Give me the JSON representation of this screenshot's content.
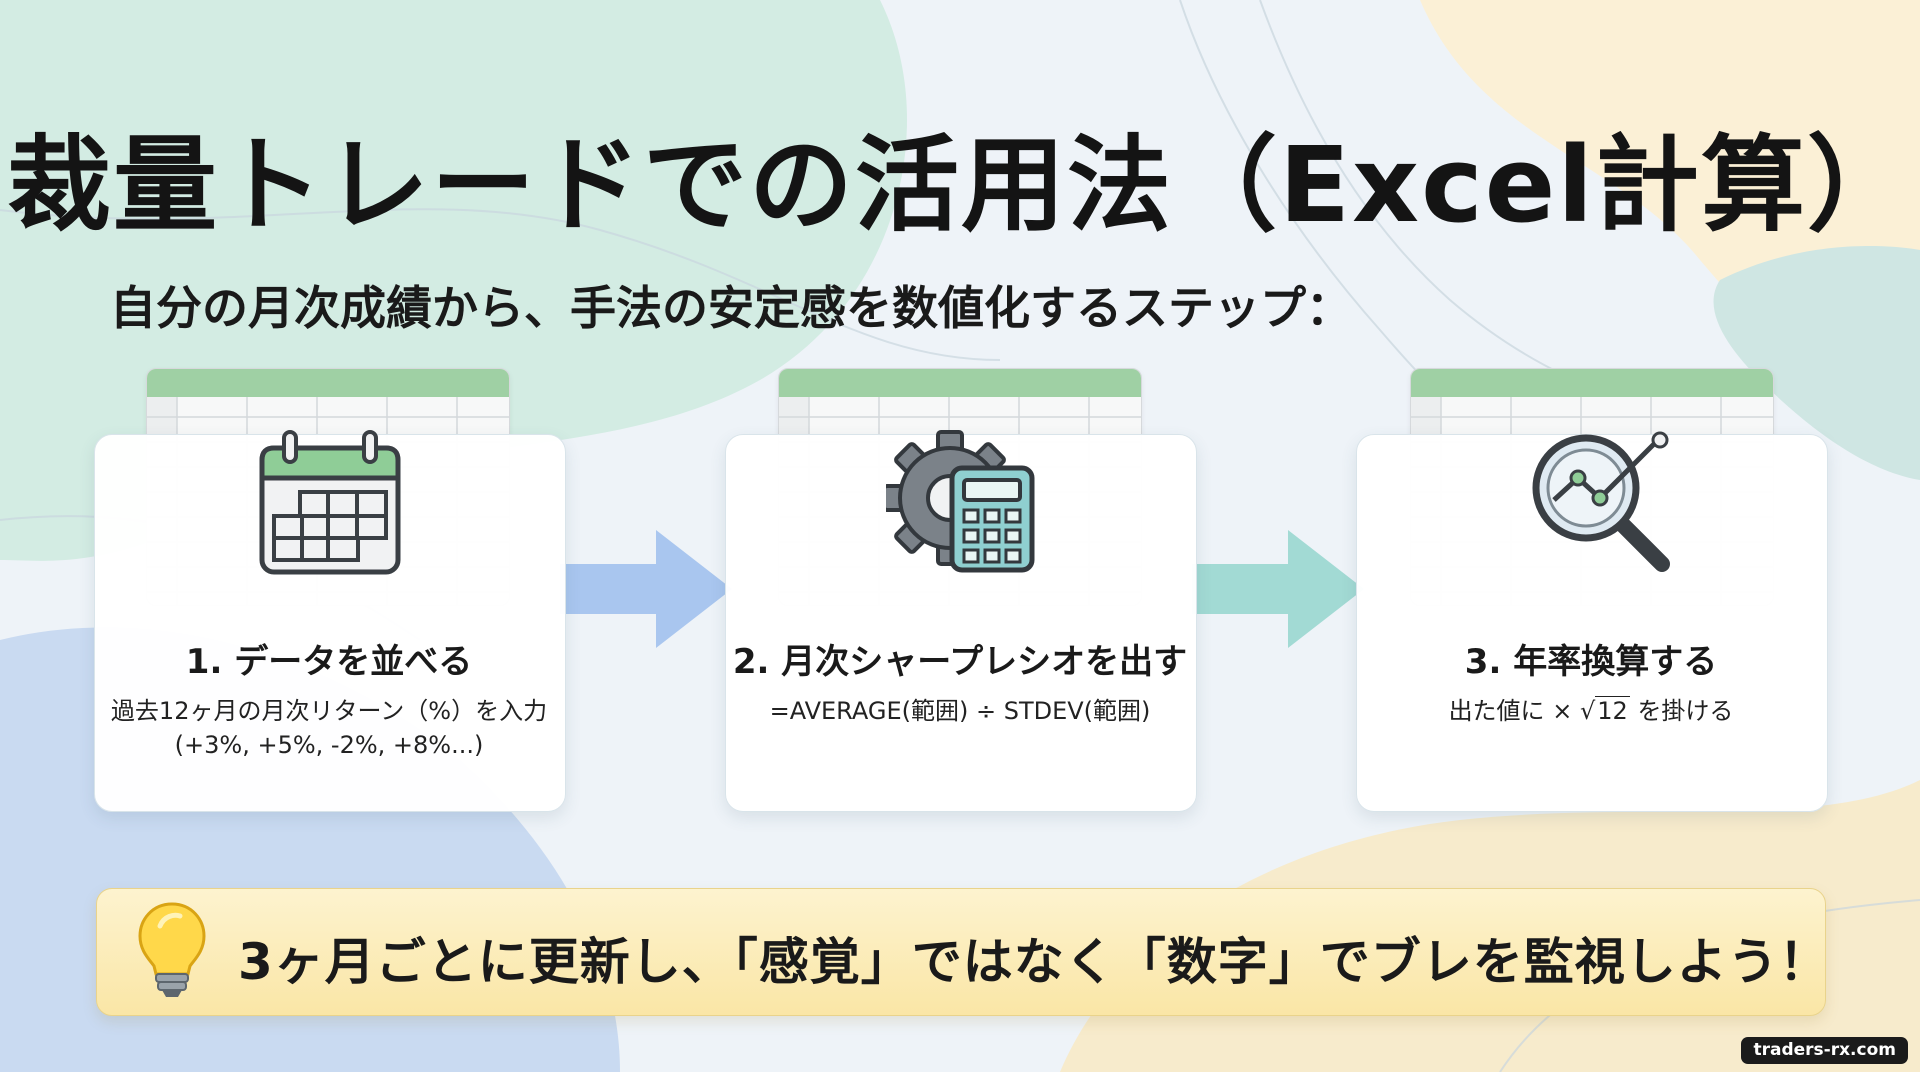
{
  "title": "裁量トレードでの活用法（Excel計算）",
  "subtitle": "自分の月次成績から、手法の安定感を数値化するステップ：",
  "steps": [
    {
      "title": "1. データを並べる",
      "desc_line1": "過去12ヶ月の月次リターン（%）を入力",
      "desc_line2": "(+3%, +5%, -2%, +8%...)",
      "icon": "calendar-icon"
    },
    {
      "title": "2. 月次シャープレシオを出す",
      "desc_line1": "=AVERAGE(範囲) ÷ STDEV(範囲)",
      "icon": "gear-calculator-icon"
    },
    {
      "title": "3. 年率換算する",
      "desc_prefix": "出た値に ×",
      "desc_radical": "√",
      "desc_radicand": "12",
      "desc_suffix": "を掛ける",
      "icon": "magnifier-chart-icon"
    }
  ],
  "footer": {
    "text": "3ヶ月ごとに更新し、「感覚」ではなく「数字」でブレを監視しよう！",
    "icon": "lightbulb-icon"
  },
  "watermark": "traders-rx.com",
  "colors": {
    "sheet_header": "#9fd0a4",
    "arrow_1": "#a9c6ef",
    "arrow_2": "#a2dad4",
    "footer_bg": "#fae6a6",
    "calendar_top": "#8fcd97",
    "calc_body": "#8fcfd0"
  }
}
